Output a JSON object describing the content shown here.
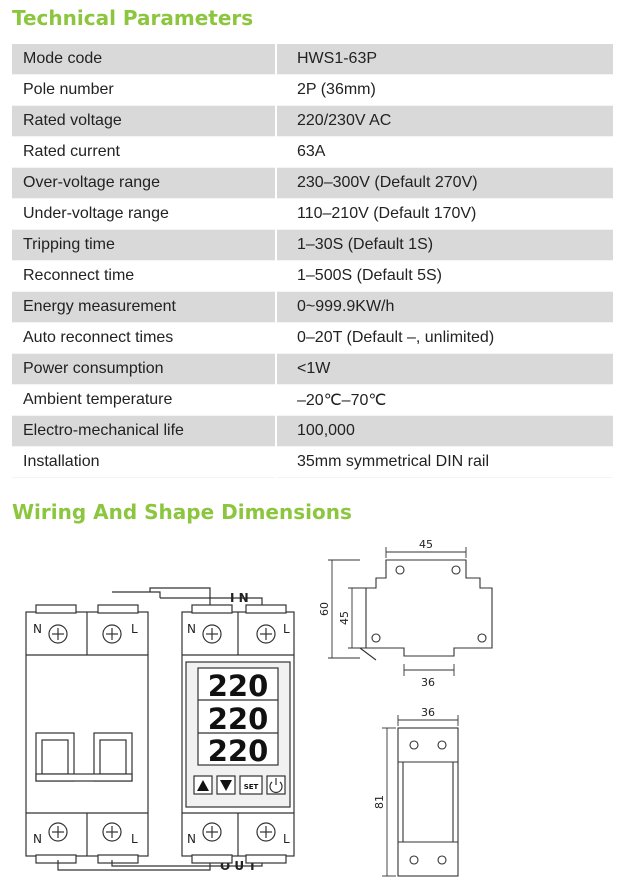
{
  "section1": {
    "title": "Technical Parameters"
  },
  "params": [
    {
      "key": "Mode code",
      "value": "HWS1-63P"
    },
    {
      "key": "Pole number",
      "value": "2P (36mm)"
    },
    {
      "key": "Rated voltage",
      "value": "220/230V AC"
    },
    {
      "key": "Rated current",
      "value": "63A"
    },
    {
      "key": "Over-voltage range",
      "value": "230–300V (Default 270V)"
    },
    {
      "key": "Under-voltage range",
      "value": "110–210V (Default 170V)"
    },
    {
      "key": "Tripping time",
      "value": "1–30S (Default 1S)"
    },
    {
      "key": "Reconnect time",
      "value": "1–500S (Default 5S)"
    },
    {
      "key": "Energy measurement",
      "value": "0~999.9KW/h"
    },
    {
      "key": "Auto reconnect times",
      "value": "0–20T (Default –, unlimited)"
    },
    {
      "key": "Power consumption",
      "value": "<1W"
    },
    {
      "key": "Ambient temperature",
      "value": "–20℃–70℃"
    },
    {
      "key": "Electro-mechanical life",
      "value": "100,000"
    },
    {
      "key": "Installation",
      "value": "35mm symmetrical DIN rail"
    }
  ],
  "section2": {
    "title": "Wiring And Shape Dimensions"
  },
  "wiring": {
    "label_in": "I N",
    "label_out": "O U T",
    "terminal_n": "N",
    "terminal_l": "L",
    "display_values": [
      "220",
      "220",
      "220"
    ],
    "buttons": [
      "up-arrow-icon",
      "down-arrow-icon",
      "SET",
      "power-icon"
    ]
  },
  "dimensions": {
    "front_width": "45",
    "front_height_outer": "60",
    "front_height_inner": "45",
    "front_bottom_width": "36",
    "side_width": "36",
    "side_height": "81"
  }
}
